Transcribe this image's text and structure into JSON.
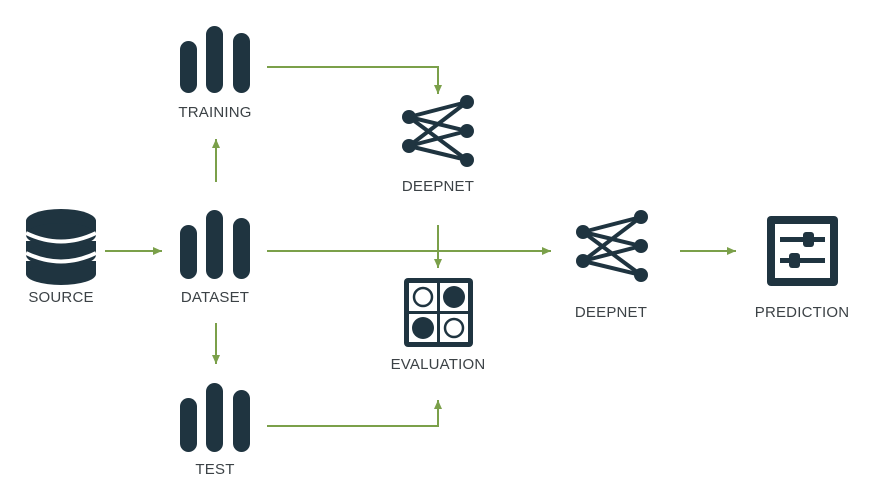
{
  "colors": {
    "icon": "#1f3440",
    "arrow": "#7ba04a",
    "label": "#3c4246",
    "background": "#ffffff"
  },
  "nodes": {
    "source": {
      "label": "SOURCE",
      "icon": "database-icon"
    },
    "dataset": {
      "label": "DATASET",
      "icon": "dataset-bars-icon"
    },
    "training": {
      "label": "TRAINING",
      "icon": "dataset-bars-icon"
    },
    "test": {
      "label": "TEST",
      "icon": "dataset-bars-icon"
    },
    "deepnet_1": {
      "label": "DEEPNET",
      "icon": "neural-network-icon"
    },
    "evaluation": {
      "label": "EVALUATION",
      "icon": "evaluation-grid-icon"
    },
    "deepnet_2": {
      "label": "DEEPNET",
      "icon": "neural-network-icon"
    },
    "prediction": {
      "label": "PREDICTION",
      "icon": "sliders-panel-icon"
    }
  },
  "edges": [
    [
      "source",
      "dataset"
    ],
    [
      "dataset",
      "training"
    ],
    [
      "dataset",
      "test"
    ],
    [
      "training",
      "deepnet_1"
    ],
    [
      "deepnet_1",
      "evaluation"
    ],
    [
      "test",
      "evaluation"
    ],
    [
      "dataset",
      "deepnet_2"
    ],
    [
      "deepnet_2",
      "prediction"
    ]
  ]
}
